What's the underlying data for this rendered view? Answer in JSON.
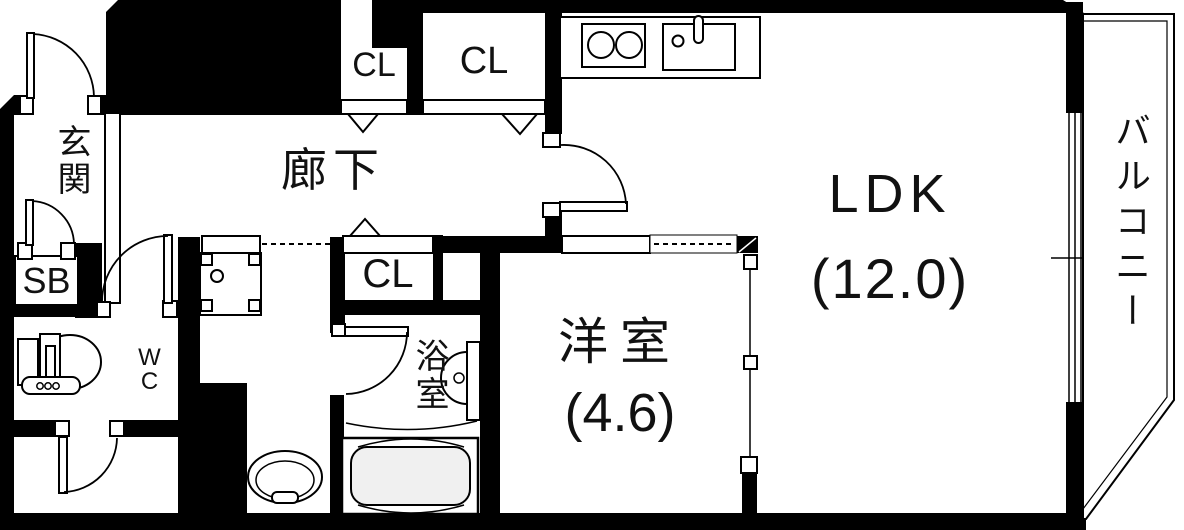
{
  "colors": {
    "wall": "#000000",
    "bg": "#ffffff",
    "tub": "#f0f0f0",
    "text": "#111111"
  },
  "labels": {
    "entrance": "玄関",
    "shoe_box": "SB",
    "toilet_room": "WC",
    "corridor": "廊下",
    "closet_top_left": "CL",
    "closet_top_right": "CL",
    "closet_middle": "CL",
    "bathroom": "浴室",
    "western_room": "洋室",
    "western_room_size": "(4.6)",
    "ldk": "LDK",
    "ldk_size": "(12.0)",
    "balcony": "バルコニー"
  }
}
